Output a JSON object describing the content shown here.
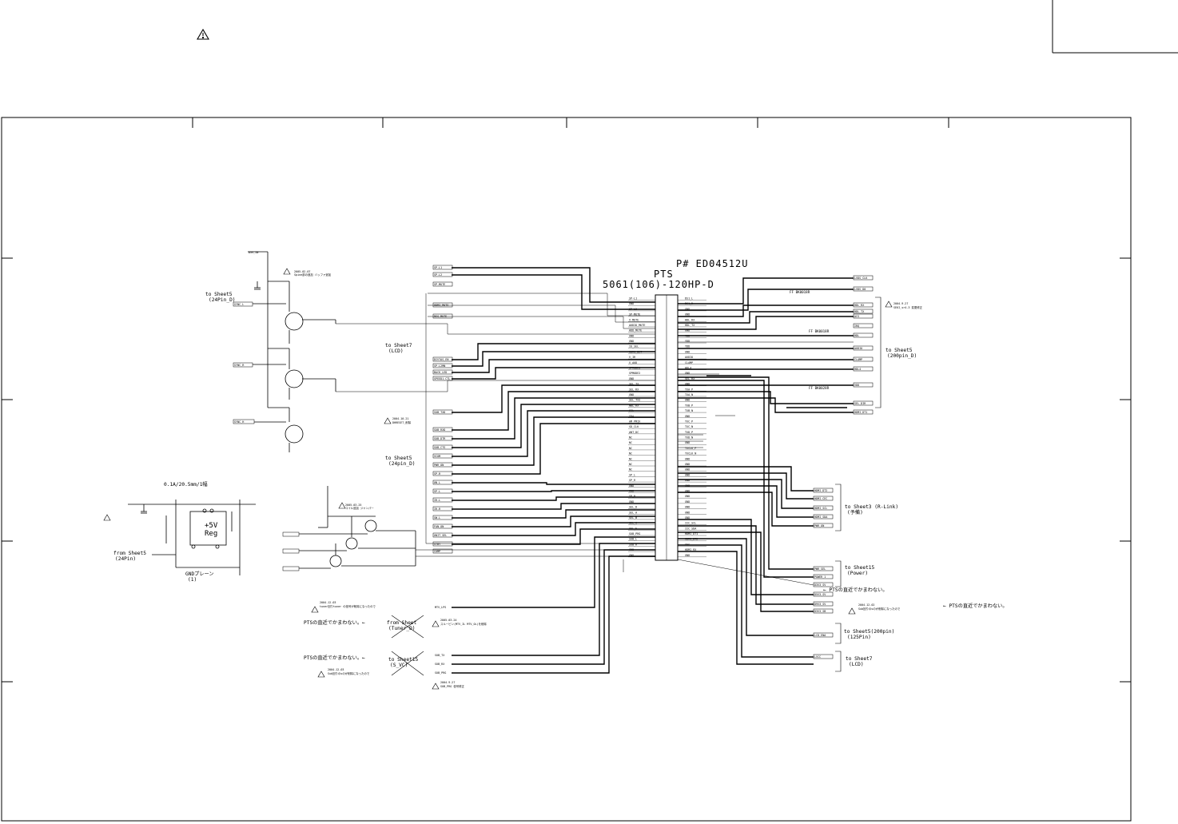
{
  "title_block": {
    "warning_symbol": "warning-triangle-icon"
  },
  "connector": {
    "part_number": "P# ED04512U",
    "maker": "PTS",
    "model": "5061(106)-120HP-D",
    "left_signals": [
      "SP-L1",
      "GND",
      "SP-L2",
      "SP-MUTE",
      "V-MUTE",
      "AUDIO_MUTE",
      "HDD_MUTE",
      "GND",
      "GND",
      "IO_SEL",
      "HDMI_DET",
      "V_IR",
      "V_AUD",
      "SPMODE1",
      "SPMODE2",
      "GND",
      "SEL_TX",
      "SEL_RX",
      "GND",
      "SEL_TX2",
      "NBL_RX",
      "SCL",
      "SDA",
      "AM_PMIX",
      "SD_CLK",
      "ANT_DC",
      "NC",
      "NC",
      "NC",
      "NC",
      "NC",
      "NC",
      "NC",
      "SP_L",
      "SP_R",
      "GND",
      "GND",
      "SP_R",
      "GND",
      "SEL_D",
      "SEL_A",
      "SEL_B",
      "SEL_C",
      "SEL_E",
      "SUB_PRG",
      "SUB_L",
      "SUB_R",
      "GND",
      "GND"
    ],
    "right_signals": [
      "DS1_L",
      "DS1_R",
      "GND",
      "GND",
      "HDL_RX",
      "HDL_TX",
      "GND",
      "YDD",
      "YDD",
      "YDD",
      "GND",
      "AUDIO",
      "CLAMP",
      "HDL4",
      "GND",
      "SEL_RX",
      "GND",
      "TXA_P",
      "TXA_N",
      "GND",
      "TXB_P",
      "TXB_N",
      "GND",
      "TXC_P",
      "TXC_N",
      "TXD_P",
      "TXD_N",
      "GND",
      "TXCLK_P",
      "TXCLK_N",
      "GND",
      "GND",
      "GND",
      "GND",
      "GND",
      "GND",
      "GND",
      "GND",
      "GND",
      "GND",
      "GND",
      "GND",
      "IIC_SCL",
      "IIC_SDA",
      "HDMI_DT1",
      "HDMI_DT2",
      "CEC",
      "HDMI_RX",
      "GND"
    ]
  },
  "labels": {
    "to_sheet5_24pin_a": "to Sheet5",
    "to_sheet5_24pin_a2": "(24Pin_D)",
    "to_sheet7": "to Sheet7",
    "to_sheet7b": "(LCD)",
    "note_2005_02_07": "2005.02.07",
    "note_2005_02_07_text": "Spine部の追加 バッファ追加",
    "note_2004_9_27": "2004.9.27",
    "note_2004_9_27_text": "SEKI_sr4.3 変更修正",
    "to_sheet5_200pin": "to Sheet5",
    "to_sheet5_200pin2": "(200pin_D)",
    "note_2004_10_21": "2004.10.21",
    "note_2004_10_21_text": "DHRESET_削除",
    "to_sheet5_24pin_b": "to Sheet5",
    "to_sheet5_24pin_b2": "(24pin_D)",
    "current_note": "0.1A/20.5mm/1幅",
    "note_2005_03_25": "2005.03.25",
    "note_2005_03_25_text": "コイル追加 ジャンパー",
    "from_sheet5": "from Sheet5",
    "from_sheet5b": "(24Pin)",
    "power_ic": "+5V",
    "power_ic_b": "Reg",
    "gnd_plane": "GNDプレーン",
    "gnd_plane_b": "(1)",
    "to_sheet3_rlink": "to Sheet3 (R-Link)",
    "to_sheet3_rlink_b": "(予備)",
    "to_sheet15_power": "to Sheet15",
    "to_sheet15_power_b": "(Power)",
    "pts_note_1": "← PTSの直近でかまわない。",
    "pts_note_2": "← PTSの直近でかまわない。",
    "pts_note_3": "PTSの直近でかまわない。←",
    "pts_note_4": "PTSの直近でかまわない。←",
    "note_2004_12_03": "2004.12.03",
    "note_2004_12_03_text": "tuner回りtuner の信号が削除になったので",
    "note_2004_12_02": "2004.12.02",
    "note_2004_12_02_text": "Sub回りのsのが削除になったので",
    "note_2004_12_03b": "2004.12.03",
    "note_2004_12_03b_text": "Sub回りのsのが削除になったので",
    "from_sheet_tuner": "from Sheet",
    "from_sheet_tuner_b": "(Tuner_D)",
    "to_sheet15_x": "to Sheet15",
    "to_sheet15_x_b": "(S_VC)",
    "note_2005_03_24": "2005.03.24",
    "note_2005_03_24_text": "スルーピン(MTV_IL MTV_OL)を削除",
    "to_sheet5_125": "to Sheet5(200pin)",
    "to_sheet5_125_b": "(125Pin)",
    "to_sheet7_lcd": "to Sheet7",
    "to_sheet7_lcd_b": "(LCD)",
    "note_2004_9_27b": "2004.9.27",
    "note_2004_9_27b_text": "SUB_PRG 信号修正",
    "ff_bk0018": "FF BK0018R",
    "ff_bk0018b": "FF BK0018R",
    "ff_bk0028": "FF BK0028R"
  },
  "nets_left": [
    "SP-L1",
    "SP-L2",
    "SP-MUTE",
    "HDMI_MUTE",
    "REG_MUTE",
    "DIVTAS_EN",
    "SP-L2MN",
    "BACK_LED",
    "SPEED1_CTL",
    "SUB_TXD",
    "SUB_RXD",
    "SUB_DTR",
    "SUB_CTS",
    "VCOM",
    "PWR_ON",
    "SP-R",
    "ON_L",
    "SP-L",
    "IR-L",
    "IR-R",
    "SW-L",
    "FAN_ON",
    "UNIT_SEL",
    "STBY",
    "COMP"
  ],
  "nets_right": [
    "LVDS_CLK",
    "LVDS_D0",
    "HDL_RX",
    "HDL_TX",
    "ACS",
    "IRQ",
    "HDL",
    "AUDIO",
    "CLAMP",
    "HDL4",
    "VDD",
    "SEL_DIR",
    "HDMI_DT1",
    "HDMI_DT2",
    "HDMI_CEC",
    "HDMI_SCL",
    "HDMI_SDA",
    "PWR_ON",
    "PWR_SEL",
    "POWER_1",
    "D3V3_SV",
    "D5V3_SV",
    "D9V3_SV",
    "D3V3_SB",
    "LCD_ENA",
    "LVCC"
  ],
  "left_nets_power": [
    "D5V_IN",
    "SYNC_L",
    "SYNC_R",
    "SYNC_H"
  ],
  "tuner_nets": [
    "MTV_LPS"
  ],
  "sub_nets": [
    "SUB_TX",
    "SUB_RX",
    "SUB_PRG"
  ]
}
